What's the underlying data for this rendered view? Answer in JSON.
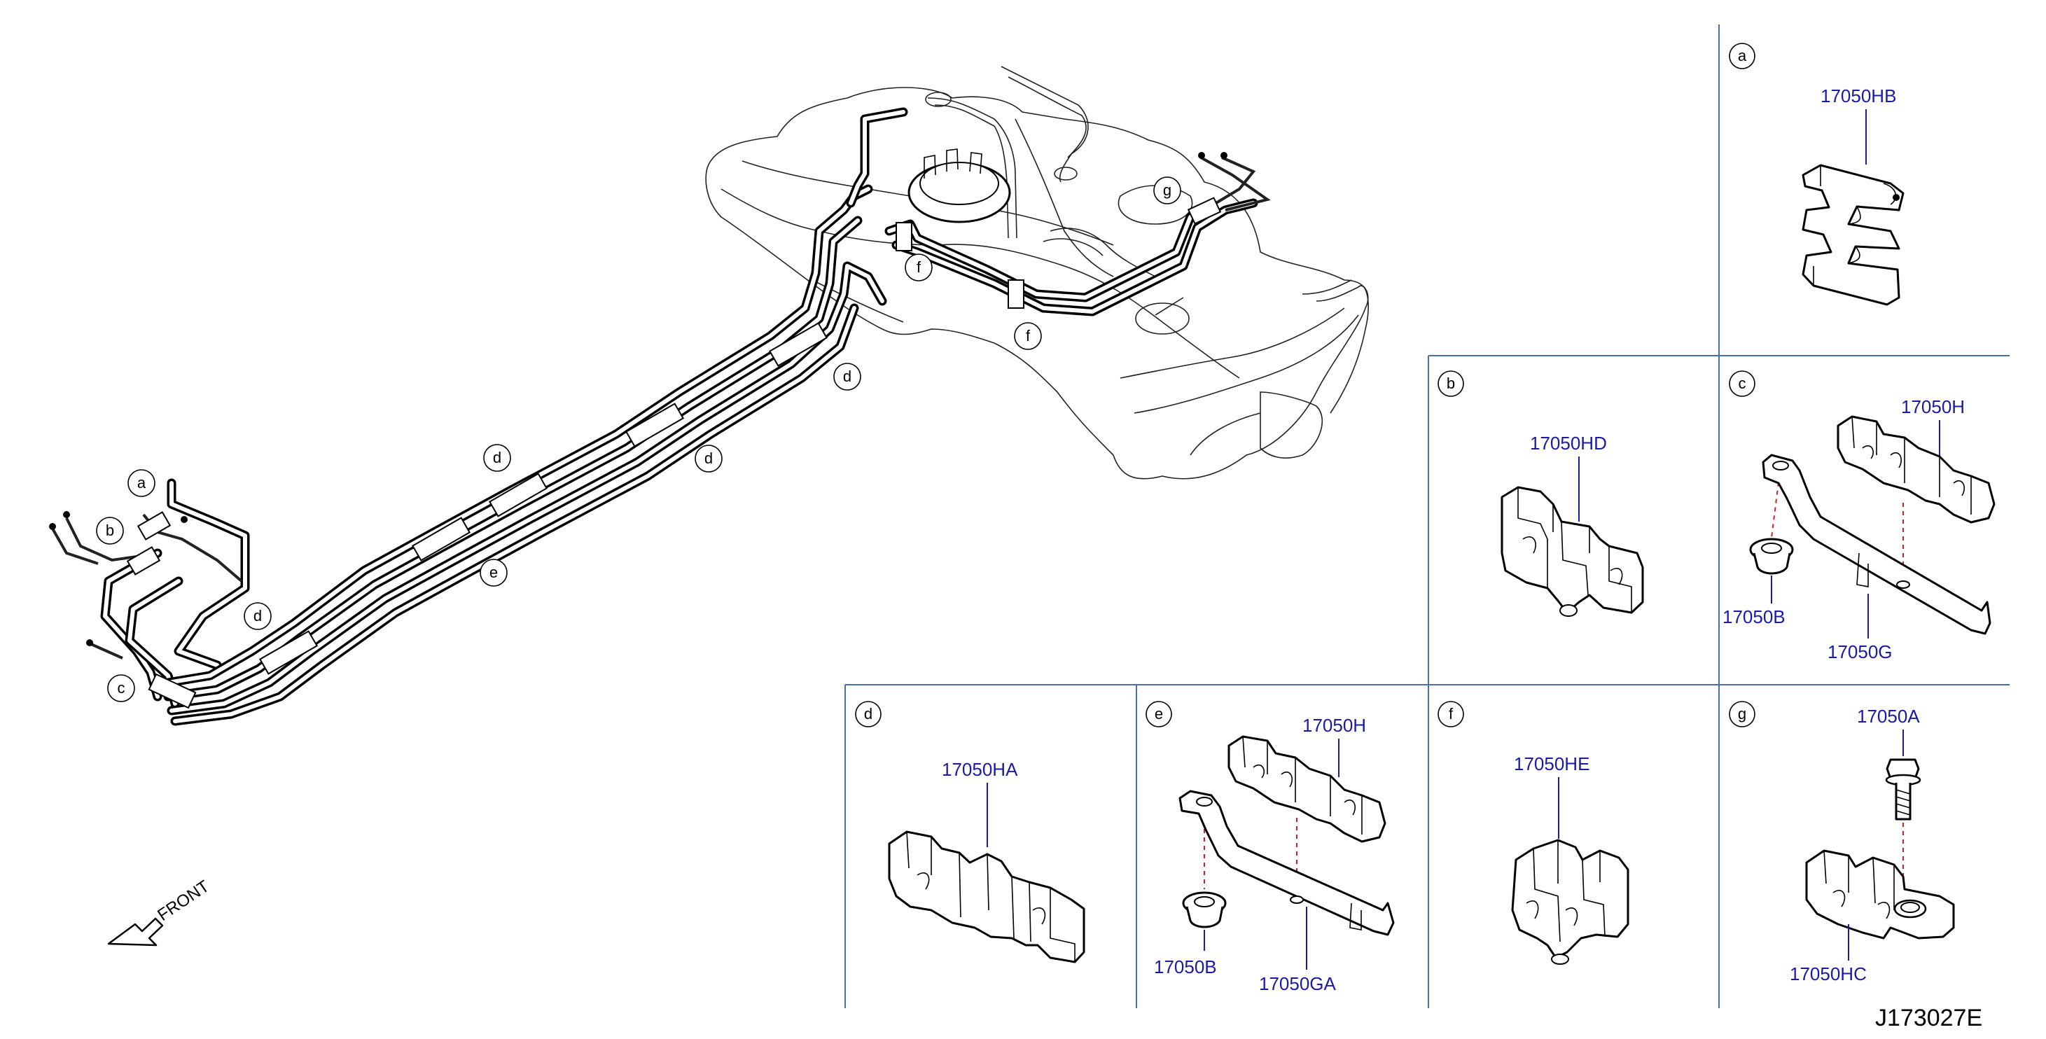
{
  "diagram": {
    "code": "J173027E",
    "front_label": "FRONT"
  },
  "callouts": {
    "a": "a",
    "b": "b",
    "c": "c",
    "d": "d",
    "e": "e",
    "f": "f",
    "g": "g"
  },
  "panels": {
    "a": {
      "letter": "a",
      "parts": [
        "17050HB"
      ]
    },
    "b": {
      "letter": "b",
      "parts": [
        "17050HD"
      ]
    },
    "c": {
      "letter": "c",
      "parts": [
        "17050H",
        "17050B",
        "17050G"
      ]
    },
    "d": {
      "letter": "d",
      "parts": [
        "17050HA"
      ]
    },
    "e": {
      "letter": "e",
      "parts": [
        "17050H",
        "17050B",
        "17050GA"
      ]
    },
    "f": {
      "letter": "f",
      "parts": [
        "17050HE"
      ]
    },
    "g": {
      "letter": "g",
      "parts": [
        "17050A",
        "17050HC"
      ]
    }
  },
  "colors": {
    "part_number": "#1a1aa6",
    "frame": "#4a6ea8",
    "dashed_leader": "#cc2222"
  }
}
